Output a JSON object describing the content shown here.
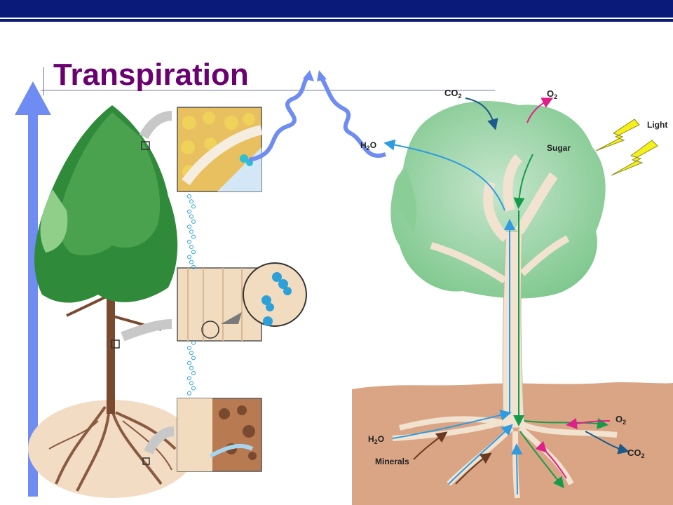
{
  "slide": {
    "title": "Transpiration",
    "colors": {
      "top_bar": "#0a1a78",
      "title_text": "#6b0070",
      "up_arrow": "#6f8cf2",
      "xylem_arrow": "#2f9be0",
      "phloem_arrow": "#169b4a",
      "oxygen_arrow": "#e0208a",
      "light": "#f5ef1a",
      "soil": "#d9a585"
    }
  },
  "diagram": {
    "labels": {
      "co2_top": "CO",
      "co2_top_sub": "2",
      "o2_top": "O",
      "o2_top_sub": "2",
      "light": "Light",
      "sugar": "Sugar",
      "h2o_top": "H",
      "h2o_top_sub": "2",
      "h2o_top_tail": "O",
      "h2o_root": "H",
      "h2o_root_sub": "2",
      "h2o_root_tail": "O",
      "minerals": "Minerals",
      "o2_root": "O",
      "o2_root_sub": "2",
      "co2_root": "CO",
      "co2_root_sub": "2"
    },
    "icons": [
      "lightning-icon",
      "molecule-icon",
      "up-arrow-icon"
    ]
  }
}
